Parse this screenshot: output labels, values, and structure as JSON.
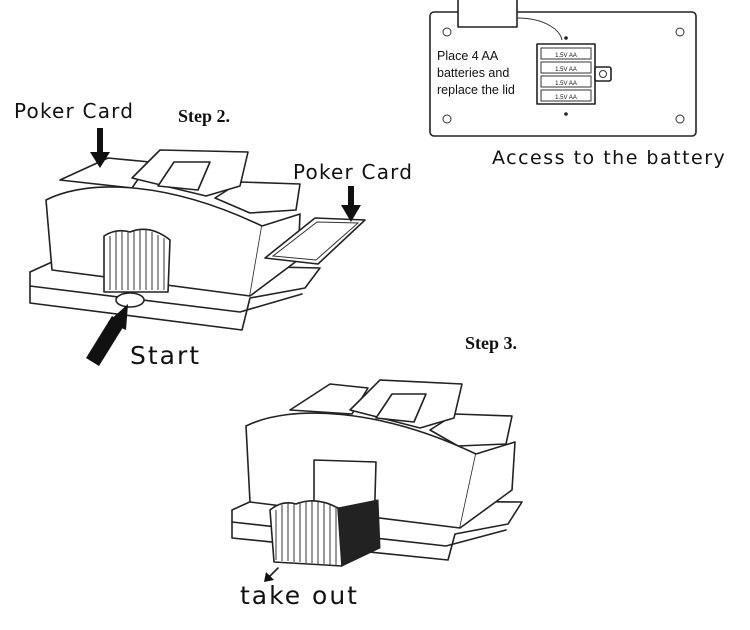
{
  "battery_panel": {
    "instruction_lines": [
      "Place 4 AA",
      "batteries and",
      "replace the lid"
    ],
    "cell_label": "1.5V AA",
    "caption": "Access to the battery"
  },
  "step2": {
    "heading": "Step 2.",
    "card_label_left": "Poker Card",
    "card_label_right": "Poker Card",
    "start_label": "Start"
  },
  "step3": {
    "heading": "Step 3.",
    "take_out_label": "take out"
  }
}
